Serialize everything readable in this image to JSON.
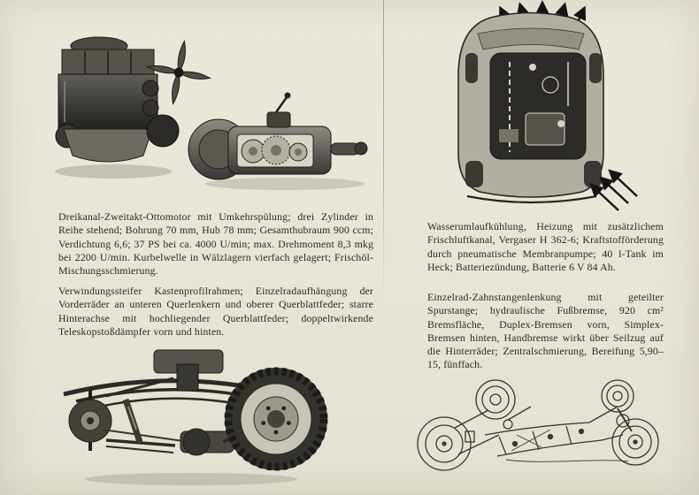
{
  "colors": {
    "paper": "#e8e4d6",
    "ink": "#2f2a22",
    "illustration_dark": "#2d2b27",
    "illustration_mid": "#56534c",
    "illustration_light": "#c8c4b6",
    "arrow_black": "#161513"
  },
  "icons": {
    "airflow_arrow_up": "↑",
    "intake_arrow_upleft": "↖"
  },
  "left_page": {
    "engine_paragraph": "Dreikanal-Zweitakt-Ottomotor mit Umkehrspülung; drei Zylinder in Reihe stehend; Bohrung 70 mm, Hub 78 mm; Gesamthubraum 900 ccm; Verdichtung 6,6; 37 PS bei ca. 4000 U/min; max. Drehmoment 8,3 mkg bei 2200 U/min. Kurbelwelle in Wälzlagern vierfach gelagert; Frischöl-Mischungsschmierung.",
    "chassis_frame_paragraph": "Verwindungssteifer Kastenprofilrahmen; Einzelradaufhängung der Vorderräder an unteren Querlenkern und oberer Querblattfeder; starre Hinterachse mit hochliegender Querblattfeder; doppeltwirkende Teleskopstoßdämpfer vorn und hinten."
  },
  "right_page": {
    "cooling_paragraph": "Wasserumlaufkühlung, Heizung mit zusätzlichem Frischluftkanal, Vergaser H 362-6; Kraftstofförderung durch pneumatische Membranpumpe; 40 l-Tank im Heck; Batteriezündung, Batterie 6 V 84 Ah.",
    "steering_brakes_paragraph": "Einzelrad-Zahnstangenlenkung mit geteilter Spurstange; hydraulische Fußbremse, 920 cm² Bremsfläche, Duplex-Bremsen vorn, Simplex-Bremsen hinten, Handbremse wirkt über Seilzug auf die Hinterräder; Zentralschmierung, Bereifung 5,90–15, fünffach."
  }
}
